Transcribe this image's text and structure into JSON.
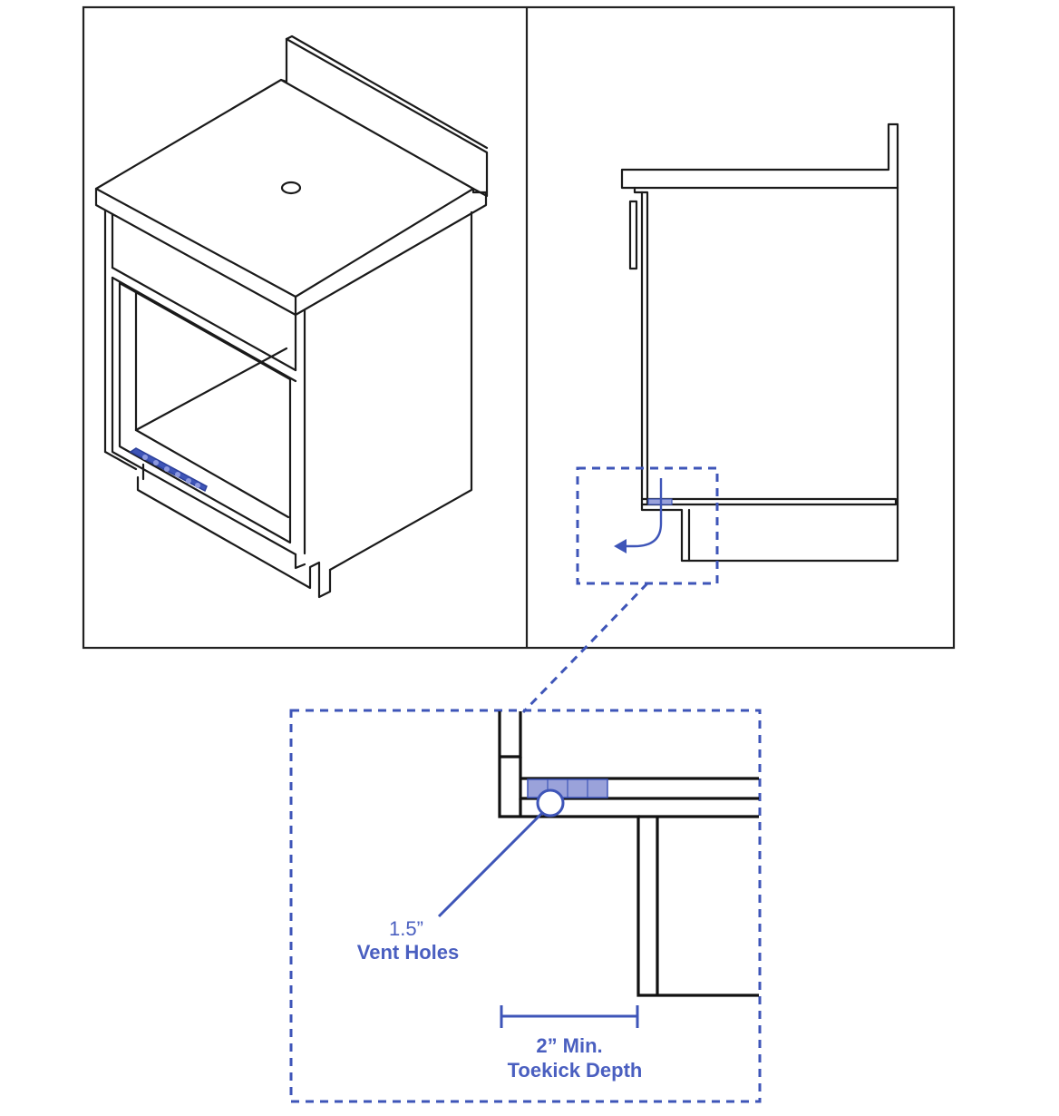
{
  "vent_label": {
    "size": "1.5”",
    "name": "Vent Holes"
  },
  "toekick_label": {
    "dimension": "2” Min.",
    "name": "Toekick Depth"
  },
  "colors": {
    "line": "#1a1a1a",
    "accent": "#3e55b8",
    "vent_fill": "#9aa2da",
    "label": "#4a5fc0"
  }
}
